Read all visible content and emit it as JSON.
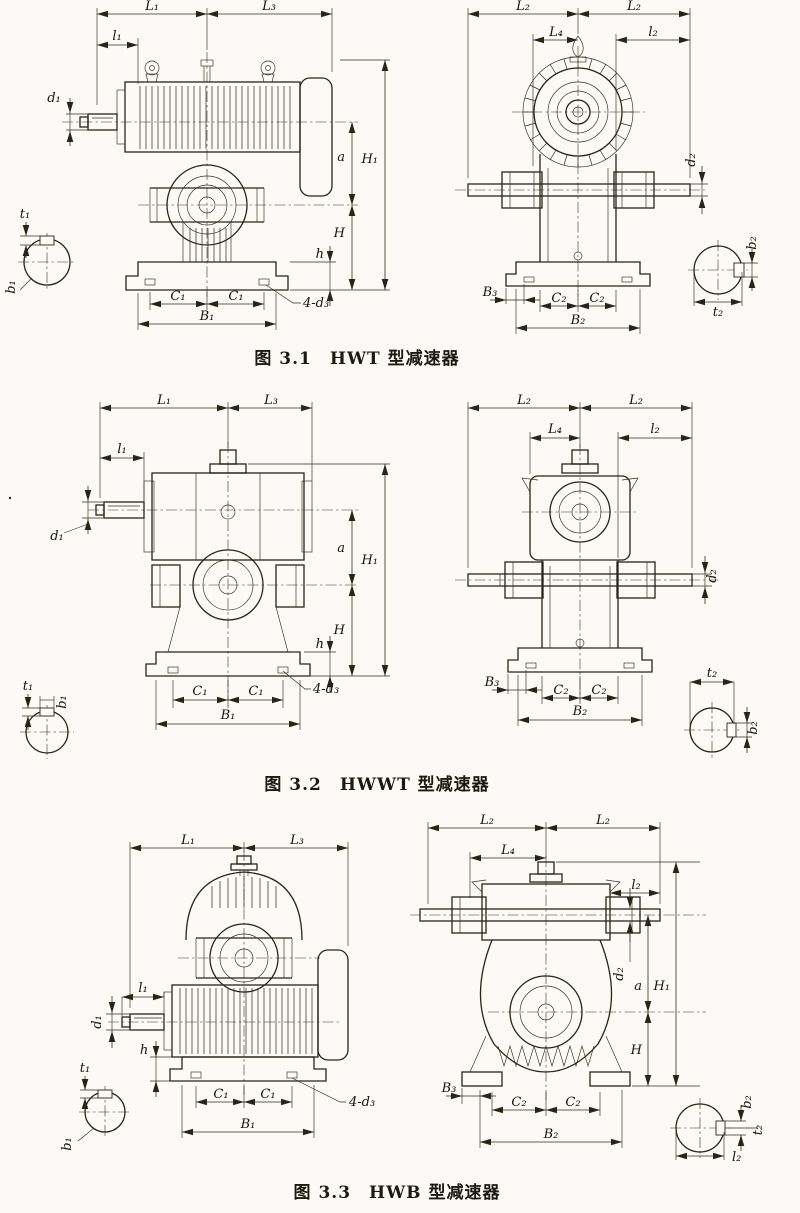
{
  "page": {
    "background": "#fbfaf6",
    "ink": "#2a2318"
  },
  "figures": [
    {
      "caption": "图 3.1　HWT 型减速器",
      "labels": {
        "L1": "L₁",
        "L3": "L₃",
        "l1": "l₁",
        "d1": "d₁",
        "a": "a",
        "H1": "H₁",
        "H": "H",
        "h": "h",
        "C1": "C₁",
        "B1": "B₁",
        "d3": "4-d₃",
        "t1": "t₁",
        "b1": "b₁",
        "L2": "L₂",
        "L4": "L₄",
        "l2": "l₂",
        "d2": "d₂",
        "B3": "B₃",
        "C2": "C₂",
        "B2": "B₂",
        "b2": "b₂",
        "t2": "t₂"
      }
    },
    {
      "caption": "图 3.2　HWWT 型减速器",
      "labels": {
        "L1": "L₁",
        "L3": "L₃",
        "l1": "l₁",
        "d1": "d₁",
        "a": "a",
        "H1": "H₁",
        "H": "H",
        "h": "h",
        "C1": "C₁",
        "B1": "B₁",
        "d3": "4-d₃",
        "t1": "t₁",
        "b1": "b₁",
        "L2": "L₂",
        "L4": "L₄",
        "l2": "l₂",
        "d2": "d₂",
        "B3": "B₃",
        "C2": "C₂",
        "B2": "B₂",
        "b2": "b₂",
        "t2": "t₂"
      }
    },
    {
      "caption": "图 3.3　HWB 型减速器",
      "labels": {
        "L1": "L₁",
        "L3": "L₃",
        "l1": "l₁",
        "d1": "d₁",
        "a": "a",
        "H1": "H₁",
        "H": "H",
        "h": "h",
        "C1": "C₁",
        "B1": "B₁",
        "d3": "4-d₃",
        "t1": "t₁",
        "b1": "b₁",
        "L2": "L₂",
        "L4": "L₄",
        "l2": "l₂",
        "d2": "d₂",
        "B3": "B₃",
        "C2": "C₂",
        "B2": "B₂",
        "b2": "b₂",
        "t2": "t₂"
      }
    }
  ]
}
